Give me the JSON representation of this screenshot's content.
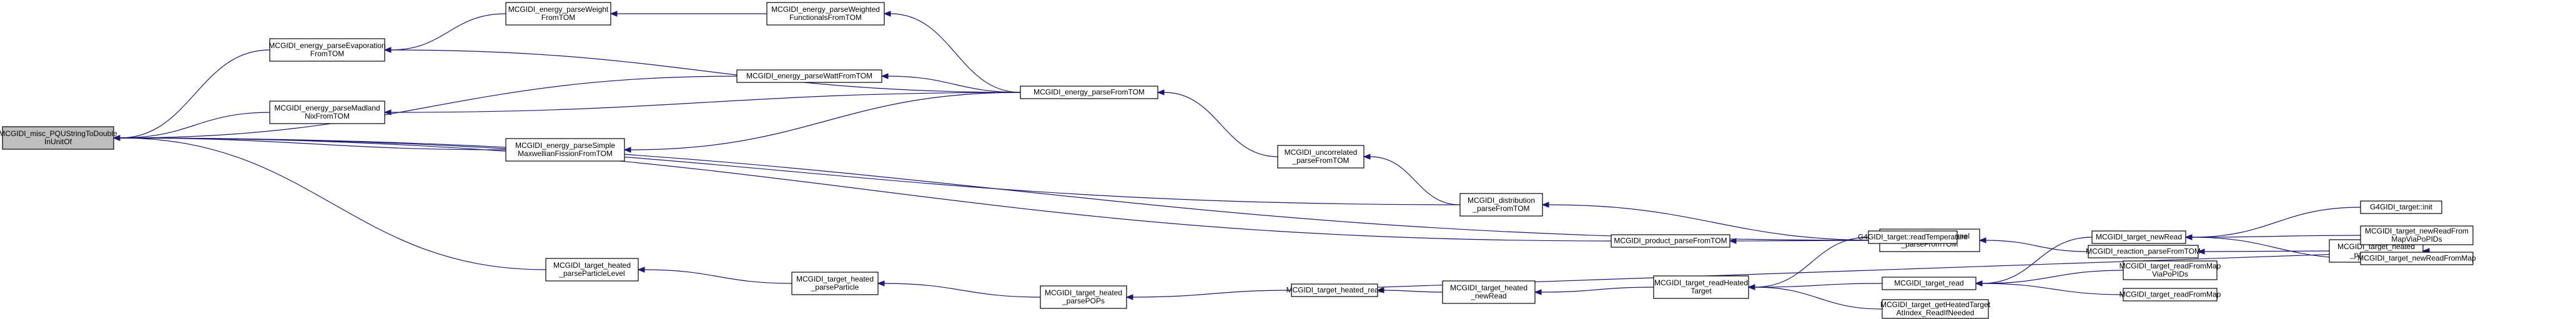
{
  "diagram": {
    "nodes": [
      {
        "id": "n0",
        "lines": [
          "MCGIDI_misc_PQUStringToDouble",
          "InUnitOf"
        ],
        "root": true
      },
      {
        "id": "n1",
        "lines": [
          "MCGIDI_energy_parseEvaporation",
          "FromTOM"
        ]
      },
      {
        "id": "n2",
        "lines": [
          "MCGIDI_energy_parseWeight",
          "FromTOM"
        ]
      },
      {
        "id": "n3",
        "lines": [
          "MCGIDI_energy_parseWeighted",
          "FunctionalsFromTOM"
        ]
      },
      {
        "id": "n4",
        "lines": [
          "MCGIDI_energy_parseWattFromTOM"
        ]
      },
      {
        "id": "n5",
        "lines": [
          "MCGIDI_energy_parseFromTOM"
        ]
      },
      {
        "id": "n6",
        "lines": [
          "MCGIDI_energy_parseMadland",
          "NixFromTOM"
        ]
      },
      {
        "id": "n7",
        "lines": [
          "MCGIDI_energy_parseSimple",
          "MaxwellianFissionFromTOM"
        ]
      },
      {
        "id": "n8",
        "lines": [
          "MCGIDI_uncorrelated",
          "_parseFromTOM"
        ]
      },
      {
        "id": "n9",
        "lines": [
          "MCGIDI_distribution",
          "_parseFromTOM"
        ]
      },
      {
        "id": "n10",
        "lines": [
          "MCGIDI_product_parseFromTOM"
        ]
      },
      {
        "id": "n11",
        "lines": [
          "MCGIDI_outputChannel",
          "_parseFromTOM"
        ]
      },
      {
        "id": "n12",
        "lines": [
          "MCGIDI_reaction_parseFromTOM"
        ]
      },
      {
        "id": "n13",
        "lines": [
          "MCGIDI_target_heated",
          "_parseReaction"
        ]
      },
      {
        "id": "n14",
        "lines": [
          "MCGIDI_target_heated",
          "_parseParticleLevel"
        ]
      },
      {
        "id": "n15",
        "lines": [
          "MCGIDI_target_heated",
          "_parseParticle"
        ]
      },
      {
        "id": "n16",
        "lines": [
          "MCGIDI_target_heated",
          "_parsePOPs"
        ]
      },
      {
        "id": "n17",
        "lines": [
          "MCGIDI_target_heated_read"
        ]
      },
      {
        "id": "n18",
        "lines": [
          "MCGIDI_target_heated",
          "_newRead"
        ]
      },
      {
        "id": "n19",
        "lines": [
          "MCGIDI_target_readHeated",
          "Target"
        ]
      },
      {
        "id": "n20",
        "lines": [
          "G4GIDI_target::readTemperature"
        ]
      },
      {
        "id": "n21",
        "lines": [
          "MCGIDI_target_read"
        ]
      },
      {
        "id": "n22",
        "lines": [
          "MCGIDI_target_getHeatedTarget",
          "AtIndex_ReadIfNeeded"
        ]
      },
      {
        "id": "n23",
        "lines": [
          "MCGIDI_target_newRead"
        ]
      },
      {
        "id": "n24",
        "lines": [
          "MCGIDI_target_readFromMap",
          "ViaPoPIDs"
        ]
      },
      {
        "id": "n25",
        "lines": [
          "MCGIDI_target_readFromMap"
        ]
      },
      {
        "id": "n26",
        "lines": [
          "G4GIDI_target::init"
        ]
      },
      {
        "id": "n27",
        "lines": [
          "MCGIDI_target_newReadFrom",
          "MapViaPoPIDs"
        ]
      },
      {
        "id": "n28",
        "lines": [
          "MCGIDI_target_newReadFromMap"
        ]
      }
    ],
    "edges": [
      {
        "from": "n1",
        "to": "n0"
      },
      {
        "from": "n4",
        "to": "n0"
      },
      {
        "from": "n6",
        "to": "n0"
      },
      {
        "from": "n7",
        "to": "n0"
      },
      {
        "from": "n9",
        "to": "n0"
      },
      {
        "from": "n10",
        "to": "n0"
      },
      {
        "from": "n11",
        "to": "n0"
      },
      {
        "from": "n14",
        "to": "n0"
      },
      {
        "from": "n2",
        "to": "n1"
      },
      {
        "from": "n5",
        "to": "n1"
      },
      {
        "from": "n3",
        "to": "n2"
      },
      {
        "from": "n5",
        "to": "n3"
      },
      {
        "from": "n5",
        "to": "n4"
      },
      {
        "from": "n5",
        "to": "n6"
      },
      {
        "from": "n5",
        "to": "n7"
      },
      {
        "from": "n8",
        "to": "n5"
      },
      {
        "from": "n9",
        "to": "n8"
      },
      {
        "from": "n11",
        "to": "n9"
      },
      {
        "from": "n11",
        "to": "n10"
      },
      {
        "from": "n12",
        "to": "n11"
      },
      {
        "from": "n13",
        "to": "n12"
      },
      {
        "from": "n17",
        "to": "n13"
      },
      {
        "from": "n15",
        "to": "n14"
      },
      {
        "from": "n16",
        "to": "n15"
      },
      {
        "from": "n17",
        "to": "n16"
      },
      {
        "from": "n18",
        "to": "n17"
      },
      {
        "from": "n19",
        "to": "n18"
      },
      {
        "from": "n20",
        "to": "n19"
      },
      {
        "from": "n21",
        "to": "n19"
      },
      {
        "from": "n22",
        "to": "n19"
      },
      {
        "from": "n23",
        "to": "n21"
      },
      {
        "from": "n24",
        "to": "n21"
      },
      {
        "from": "n25",
        "to": "n21"
      },
      {
        "from": "n26",
        "to": "n23"
      },
      {
        "from": "n27",
        "to": "n23"
      },
      {
        "from": "n28",
        "to": "n23"
      }
    ]
  }
}
